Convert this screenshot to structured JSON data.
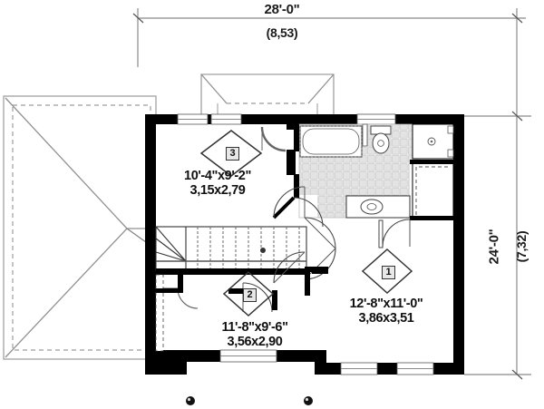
{
  "plan": {
    "title": "second-floor-plan",
    "overall_dimensions": {
      "top": {
        "imperial": "28'-0\"",
        "metric": "(8,53)"
      },
      "right": {
        "imperial": "24'-0\"",
        "metric": "(7,32)"
      }
    },
    "rooms": [
      {
        "tag": "1",
        "imperial": "12'-8\"x11'-0\"",
        "metric": "3,86x3,51"
      },
      {
        "tag": "2",
        "imperial": "11'-8\"x9'-6\"",
        "metric": "3,56x2,90"
      },
      {
        "tag": "3",
        "imperial": "10'-4\"x9'-2\"",
        "metric": "3,15x2,79"
      }
    ],
    "fixtures": [
      "bathtub",
      "toilet",
      "vanity-sink",
      "tiled-floor",
      "closet"
    ],
    "features": [
      "staircase",
      "hip-roof-below",
      "dormer",
      "windows",
      "swing-doors",
      "post-markers"
    ],
    "colors": {
      "wall": "#000000",
      "line": "#333333",
      "roof_line": "#8c8c8c",
      "tile": "#d8d8d8",
      "background": "#ffffff"
    }
  }
}
